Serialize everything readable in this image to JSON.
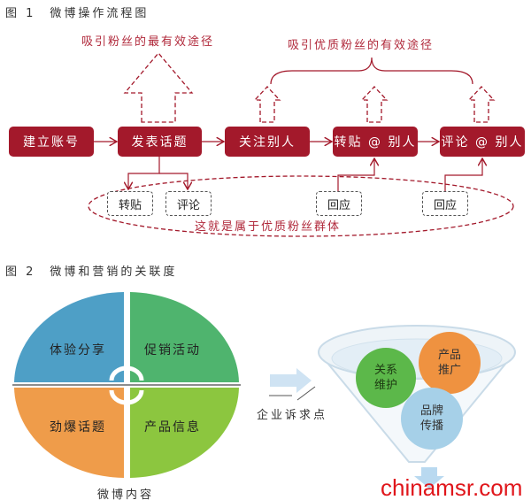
{
  "fig1": {
    "caption": "图 1　微博操作流程图",
    "steps": [
      "建立账号",
      "发表话题",
      "关注别人",
      "转贴 @ 别人",
      "评论 @ 别人"
    ],
    "sub": [
      "转贴",
      "评论",
      "回应",
      "回应"
    ],
    "label_top_left": "吸引粉丝的最有效途径",
    "label_top_right": "吸引优质粉丝的有效途径",
    "label_ellipse": "这就是属于优质粉丝群体"
  },
  "fig2": {
    "caption": "图 2　微博和营销的关联度",
    "quadrants": [
      "体验分享",
      "促销活动",
      "劲爆话题",
      "产品信息"
    ],
    "circle_label": "微博内容",
    "arrow_label": "企业诉求点",
    "funnel": [
      {
        "l1": "关系",
        "l2": "维护"
      },
      {
        "l1": "产品",
        "l2": "推广"
      },
      {
        "l1": "品牌",
        "l2": "传播"
      }
    ],
    "colors": {
      "blue": "#4e9fc6",
      "green": "#4fb46e",
      "orange": "#ef9c4a",
      "lime": "#8cc63f"
    }
  },
  "watermark": "chinamsr.com"
}
